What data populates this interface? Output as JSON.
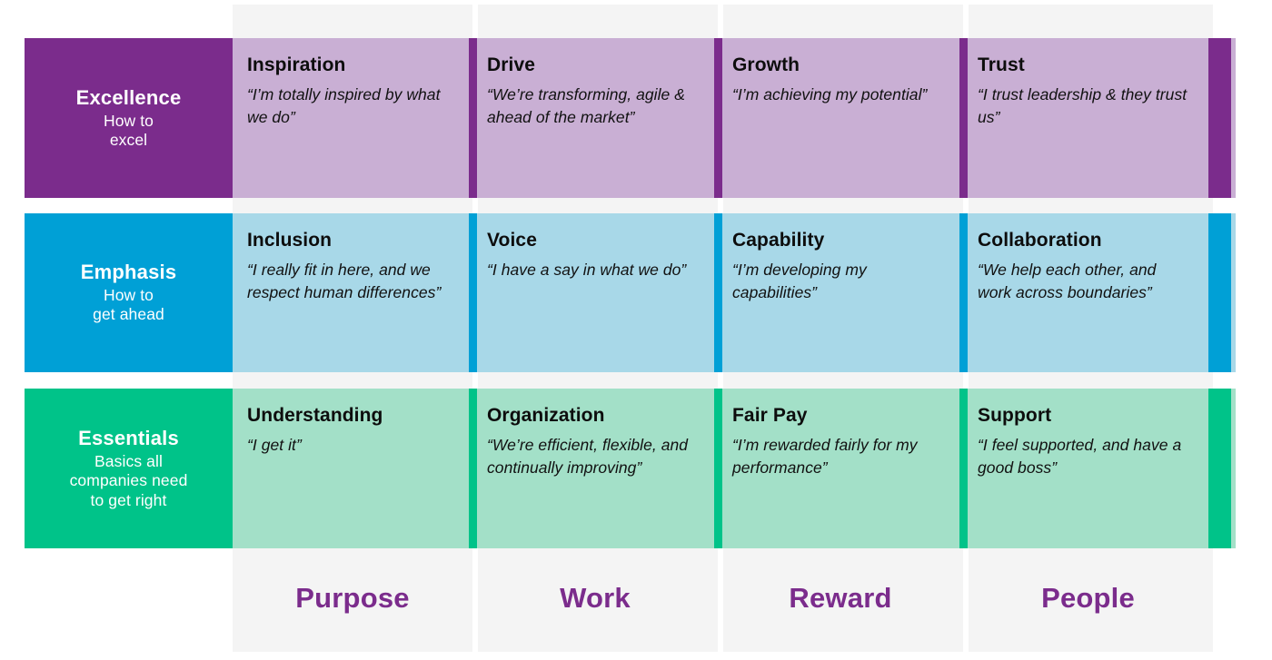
{
  "colors": {
    "excellence_strong": "#7B2C8C",
    "excellence_light": "#C9AFD4",
    "emphasis_strong": "#00A0D6",
    "emphasis_light": "#A8D8E8",
    "essentials_strong": "#00C389",
    "essentials_light": "#A3E0C8",
    "column_background": "#F4F4F4",
    "footer_text": "#7B2C8C",
    "cell_text": "#111111",
    "label_text": "#FFFFFF",
    "page_background": "#FFFFFF"
  },
  "rows": [
    {
      "title": "Excellence",
      "subtitle": "How to\nexcel",
      "subtitle_line1": "How to",
      "subtitle_line2": "excel",
      "strong_color": "#7B2C8C",
      "light_color": "#C9AFD4",
      "cells": [
        {
          "title": "Inspiration",
          "quote": "“I’m totally inspired by what we do”"
        },
        {
          "title": "Drive",
          "quote": "“We’re transforming, agile & ahead of the market”"
        },
        {
          "title": "Growth",
          "quote": "“I’m achieving my potential”"
        },
        {
          "title": "Trust",
          "quote": "“I trust leadership & they trust us”"
        }
      ]
    },
    {
      "title": "Emphasis",
      "subtitle": "How to\nget ahead",
      "subtitle_line1": "How to",
      "subtitle_line2": "get ahead",
      "strong_color": "#00A0D6",
      "light_color": "#A8D8E8",
      "cells": [
        {
          "title": "Inclusion",
          "quote": "“I really fit in here, and we respect human differences”"
        },
        {
          "title": "Voice",
          "quote": "“I have a say in what we do”"
        },
        {
          "title": "Capability",
          "quote": "“I’m developing my capabilities”"
        },
        {
          "title": "Collaboration",
          "quote": "“We help each other, and work across boundaries”"
        }
      ]
    },
    {
      "title": "Essentials",
      "subtitle": "Basics all\ncompanies need\nto get right",
      "subtitle_line1": "Basics all",
      "subtitle_line2": "companies need",
      "subtitle_line3": "to get right",
      "strong_color": "#00C389",
      "light_color": "#A3E0C8",
      "cells": [
        {
          "title": "Understanding",
          "quote": "“I get it”"
        },
        {
          "title": "Organization",
          "quote": "“We’re efficient, flexible, and continually improving”"
        },
        {
          "title": "Fair Pay",
          "quote": "“I’m rewarded fairly for my performance”"
        },
        {
          "title": "Support",
          "quote": "“I feel supported, and have a good boss”"
        }
      ]
    }
  ],
  "columns": [
    {
      "label": "Purpose"
    },
    {
      "label": "Work"
    },
    {
      "label": "Reward"
    },
    {
      "label": "People"
    }
  ]
}
